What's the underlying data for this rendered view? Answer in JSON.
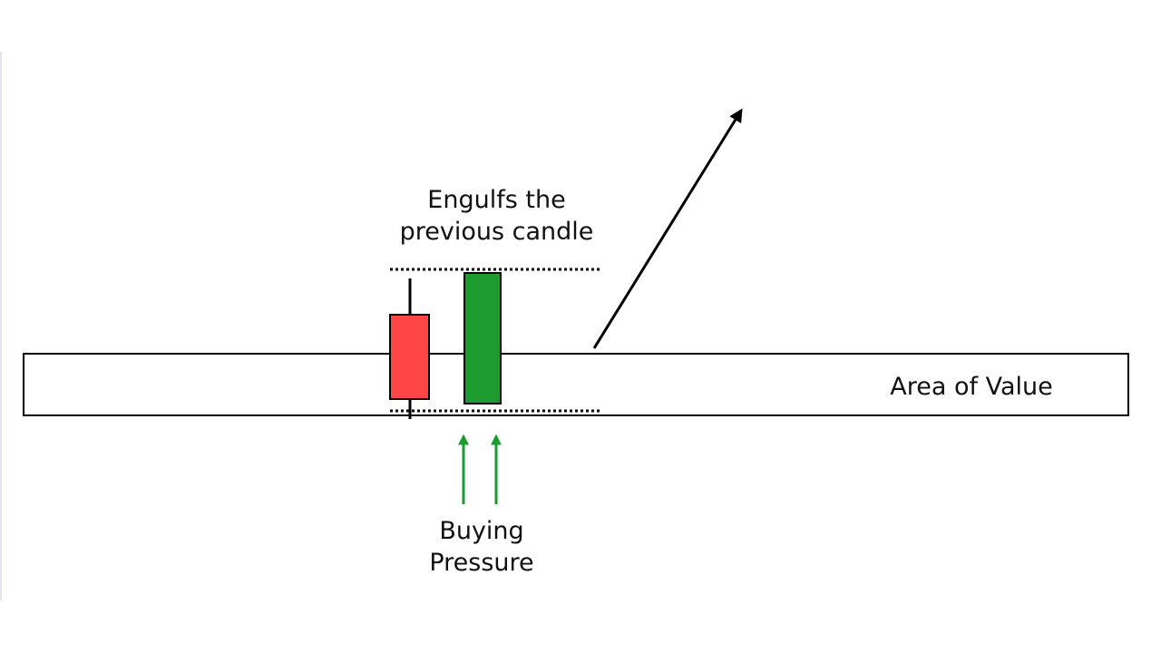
{
  "labels": {
    "engulfs_line1": "Engulfs the",
    "engulfs_line2": "previous candle",
    "buying_line1": "Buying",
    "buying_line2": "Pressure",
    "area_of_value": "Area of Value"
  },
  "colors": {
    "bearish_candle": "#ff4646",
    "bullish_candle": "#1e9b2e",
    "pressure_arrows": "#1e9b2e",
    "outline": "#000000"
  },
  "icons": {
    "up_trend_arrow": "trend-up-arrow-icon",
    "pressure_arrow": "up-arrow-icon"
  }
}
